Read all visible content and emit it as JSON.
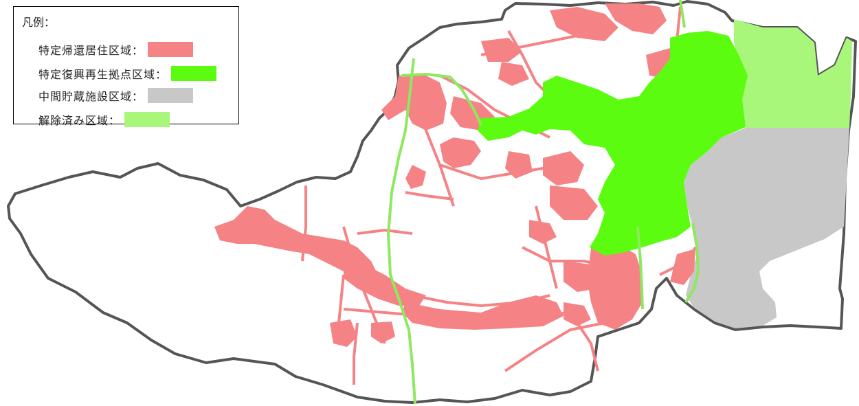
{
  "legend": {
    "title": "凡例：",
    "items": [
      {
        "label": "特定帰還居住区域：",
        "color": "#f58385"
      },
      {
        "label": "特定復興再生拠点区域：",
        "color": "#5cfc10"
      },
      {
        "label": "中間貯蔵施設区域：",
        "color": "#c8c8c8"
      },
      {
        "label": "解除済み区域：",
        "color": "#a8f77a"
      }
    ]
  },
  "map": {
    "boundary_color": "#555555",
    "road_color": "#f58385",
    "highway_color": "#8ee860"
  }
}
